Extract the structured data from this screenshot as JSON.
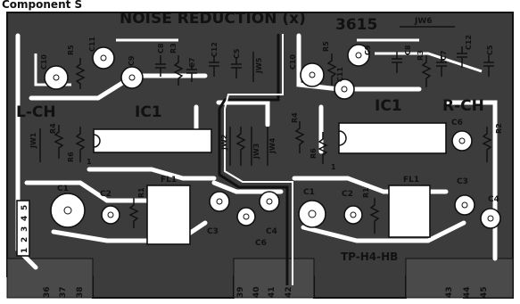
{
  "header": {
    "cropped_text": "Component S"
  },
  "board": {
    "title": "NOISE REDUCTION (x)",
    "model": "3615",
    "jumper_top": "JW6",
    "left_channel": "L-CH",
    "right_channel": "R-CH",
    "part_code": "TP-H4-HB",
    "connector_pins": [
      "1",
      "2",
      "3",
      "4",
      "5"
    ]
  },
  "edge_pins": [
    {
      "label": "36"
    },
    {
      "label": "37"
    },
    {
      "label": "38"
    },
    {
      "label": "39"
    },
    {
      "label": "40"
    },
    {
      "label": "41"
    },
    {
      "label": "42"
    },
    {
      "label": "43"
    },
    {
      "label": "44"
    },
    {
      "label": "45"
    }
  ],
  "left_components": {
    "c10": "C10",
    "r5": "R5",
    "c11": "C11",
    "c9": "C9",
    "c8": "C8",
    "r3": "R3",
    "c7": "C7",
    "c12": "C12",
    "c5": "C5",
    "jw5": "JW5",
    "ic": "IC1",
    "jw1": "JW1",
    "r4": "R4",
    "r6": "R6",
    "one": "1",
    "c1": "C1",
    "c2": "C2",
    "r1": "R1",
    "fl": "FL1",
    "c3": "C3",
    "c6": "C6",
    "c4": "C4"
  },
  "center_jumpers": {
    "jw2": "JW2",
    "jw3": "JW3",
    "jw4": "JW4"
  },
  "right_components": {
    "c10": "C10",
    "r5": "R5",
    "c11": "C11",
    "c9": "C9",
    "c8": "C8",
    "r3": "R3",
    "c7": "C7",
    "c12": "C12",
    "c5": "C5",
    "ic": "IC1",
    "r4": "R4",
    "r6": "R6",
    "one": "1",
    "c6": "C6",
    "r2": "R2",
    "c1": "C1",
    "c2": "C2",
    "r1": "R1",
    "fl": "FL1",
    "c3": "C3",
    "c4": "C4"
  }
}
